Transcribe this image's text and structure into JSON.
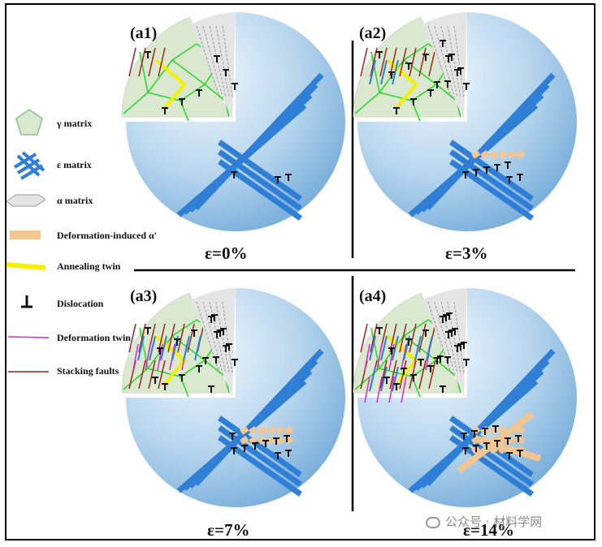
{
  "legend": {
    "gamma": "γ matrix",
    "epsilon": "ε matrix",
    "alpha": "α matrix",
    "deformation_alpha": "Deformation-induced α'",
    "annealing_twin": "Annealing twin",
    "dislocation": "Dislocation",
    "deformation_twin": "Deformation twin",
    "stacking_faults": "Stacking faults"
  },
  "panels": [
    {
      "label": "(a1)",
      "strain": "ε=0%"
    },
    {
      "label": "(a2)",
      "strain": "ε=3%"
    },
    {
      "label": "(a3)",
      "strain": "ε=7%"
    },
    {
      "label": "(a4)",
      "strain": "ε=14%"
    }
  ],
  "watermark": "公众号 · 材料学网",
  "colors": {
    "gamma_fill": "#d9e8cf",
    "grain_boundary": "#2fd62f",
    "epsilon": "#2f7fd6",
    "alpha_fill": "#e4e4e4",
    "alpha_line": "#9a9a9a",
    "deformation_alpha": "#f2c690",
    "annealing_twin": "#f5f000",
    "dislocation": "#111111",
    "deformation_twin": "#e020d0",
    "stacking_fault": "#a0201a"
  }
}
